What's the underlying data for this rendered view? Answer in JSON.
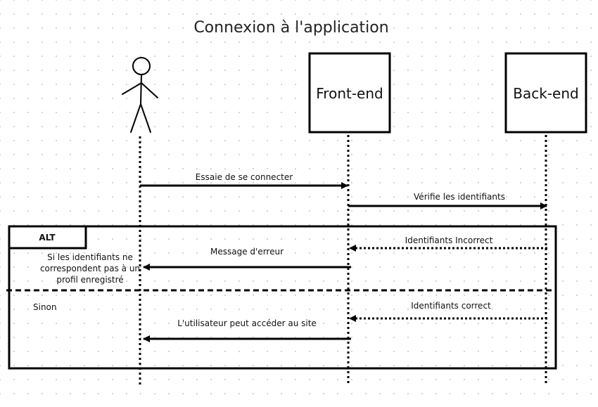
{
  "diagram": {
    "title": "Connexion à l'application",
    "participants": [
      {
        "id": "actor",
        "label": ""
      },
      {
        "id": "frontend",
        "label": "Front-end"
      },
      {
        "id": "backend",
        "label": "Back-end"
      }
    ],
    "messages": [
      {
        "label": "Essaie de se connecter",
        "from": "actor",
        "to": "frontend",
        "style": "solid"
      },
      {
        "label": "Vérifie les identifiants",
        "from": "frontend",
        "to": "backend",
        "style": "solid"
      },
      {
        "label": "Identifiants Incorrect",
        "from": "backend",
        "to": "frontend",
        "style": "dotted"
      },
      {
        "label": "Message d'erreur",
        "from": "frontend",
        "to": "actor",
        "style": "solid"
      },
      {
        "label": "Identifiants correct",
        "from": "backend",
        "to": "frontend",
        "style": "dotted"
      },
      {
        "label": "L'utilisateur peut accéder au site",
        "from": "frontend",
        "to": "actor",
        "style": "solid"
      }
    ],
    "alt": {
      "label": "ALT",
      "condition_lines": [
        "Si les identifiants ne",
        "correspondent pas à un",
        "profil enregistré"
      ],
      "else_label": "Sinon"
    }
  }
}
